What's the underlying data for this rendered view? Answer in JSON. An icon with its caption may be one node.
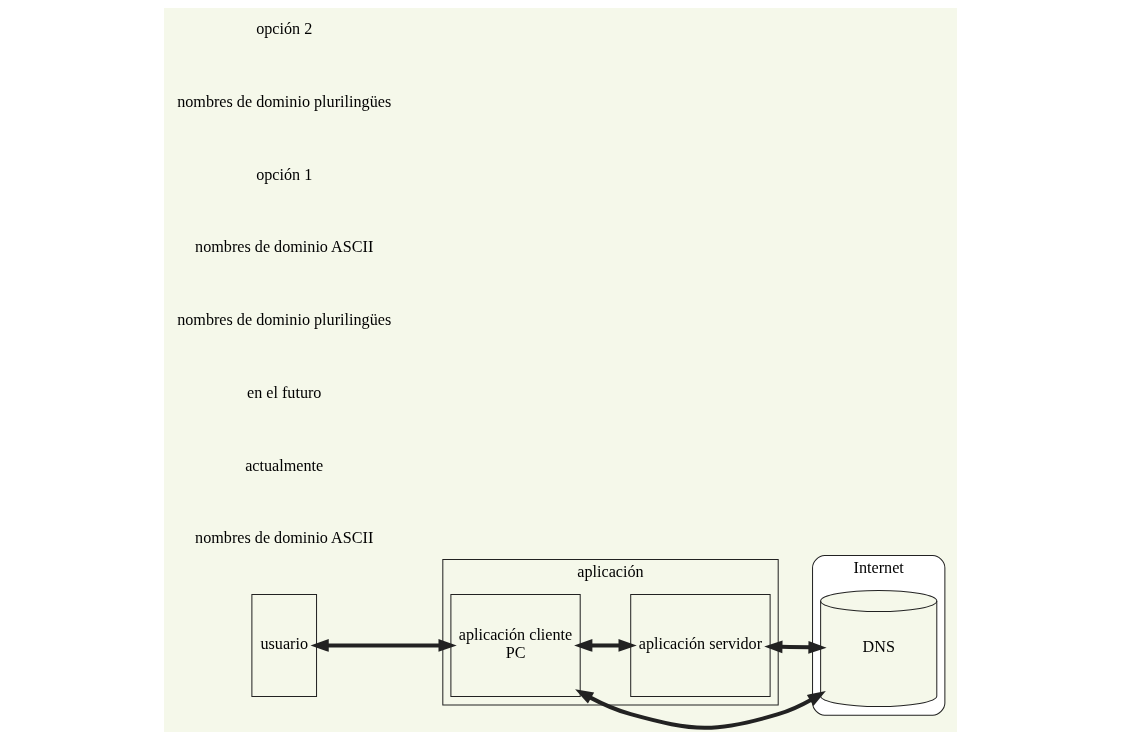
{
  "diagram": {
    "nodes": [
      {
        "text": [
          "Internet"
        ]
      },
      {
        "text": [
          "aplicación"
        ]
      },
      {
        "text": [
          "aplicación cliente",
          "PC"
        ],
        "in": 1
      },
      {
        "text": [
          "usuario"
        ]
      },
      {
        "text": [
          "aplicación servidor"
        ],
        "in": 1
      },
      {
        "text": [
          "DNS"
        ],
        "in": 0
      }
    ],
    "edges": [
      {
        "from": 3,
        "to": 2,
        "arrow": "both"
      },
      {
        "from": 2,
        "to": 4,
        "arrow": "both"
      },
      {
        "from": 4,
        "to": 5,
        "arrow": "both"
      },
      {
        "from": 2,
        "to": 5,
        "arrow": "both"
      }
    ],
    "labels": [
      "nombres de dominio ASCII",
      "actualmente",
      "en el futuro",
      "nombres de dominio plurilingües",
      "nombres de dominio ASCII",
      "opción 1",
      "nombres de dominio plurilingües",
      "opción 2"
    ]
  }
}
